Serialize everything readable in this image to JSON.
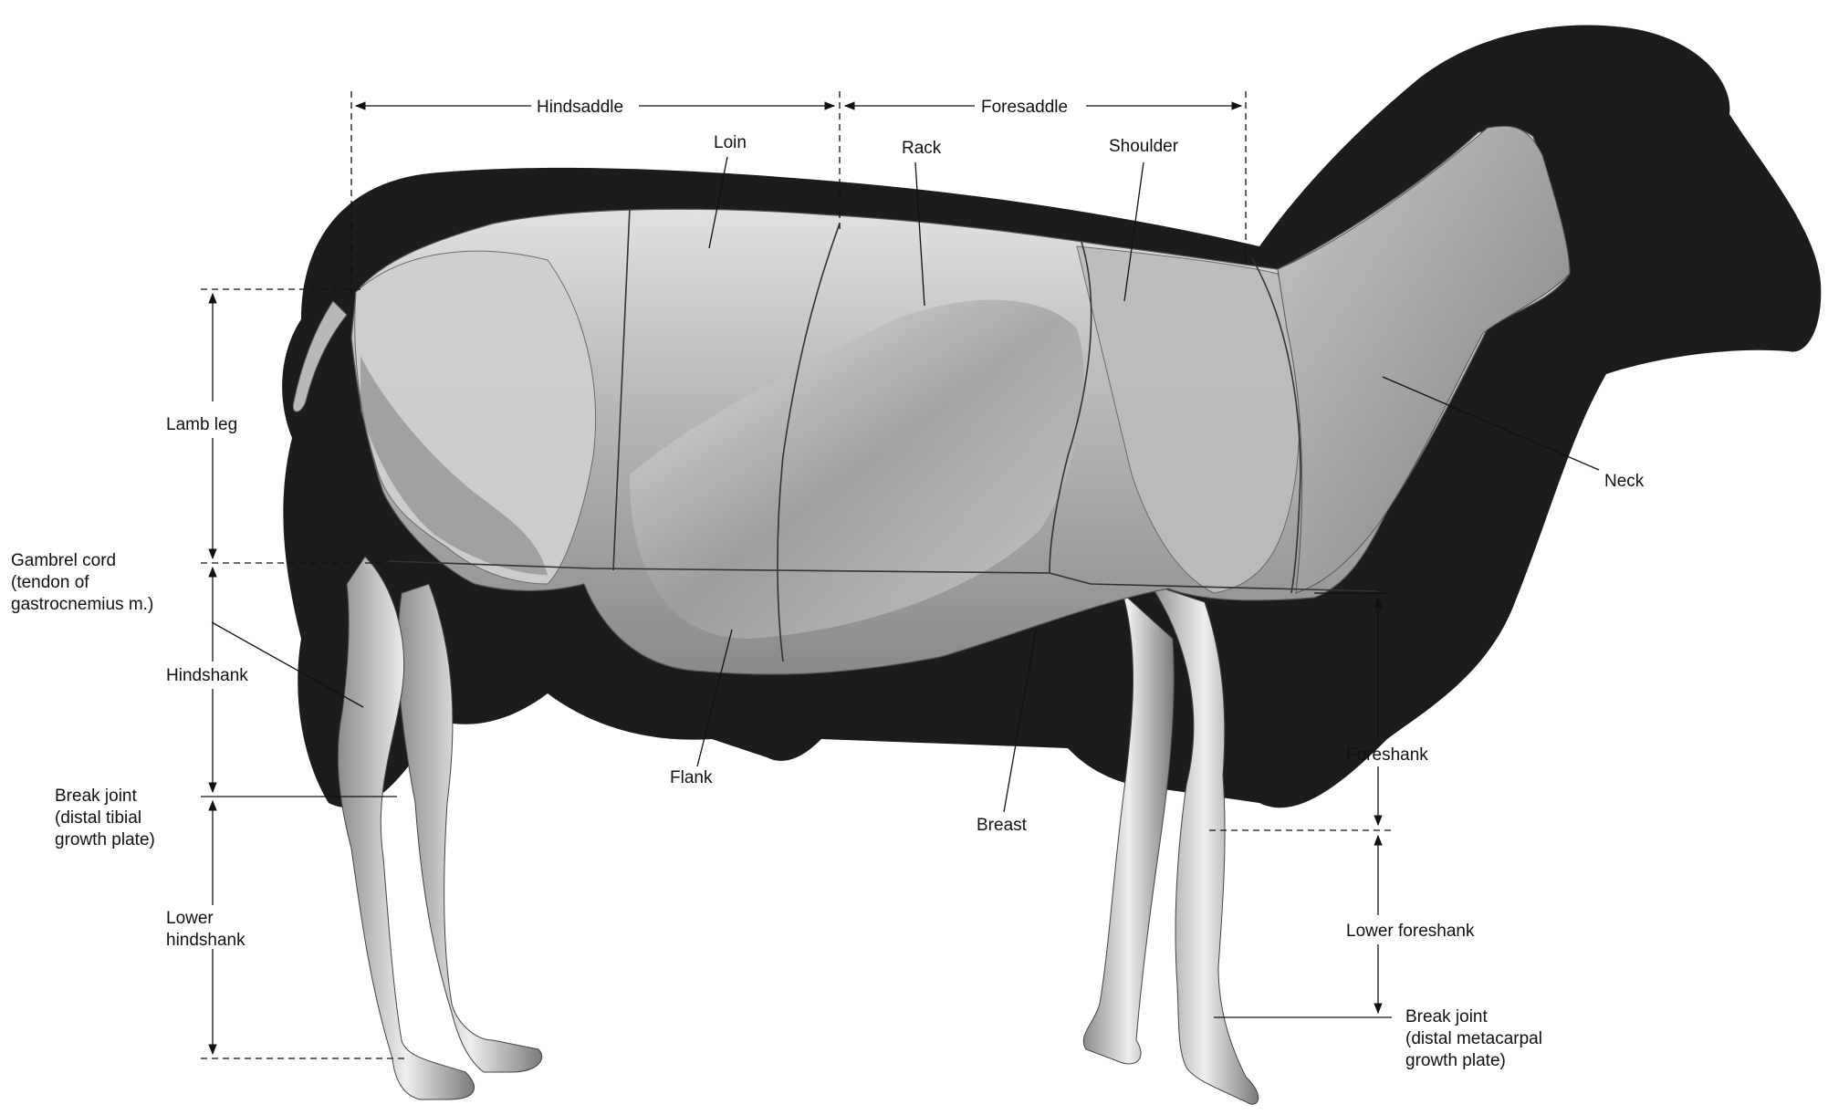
{
  "colors": {
    "silhouette": "#1c1c1c",
    "muscle_light": "#e6e6e6",
    "muscle_mid": "#a9a9a9",
    "muscle_dark": "#6f6f6f",
    "line": "#111111"
  },
  "labels": {
    "hindsaddle": "Hindsaddle",
    "foresaddle": "Foresaddle",
    "loin": "Loin",
    "rack": "Rack",
    "shoulder": "Shoulder",
    "neck": "Neck",
    "lamb_leg": "Lamb leg",
    "gambrel_cord": [
      "Gambrel cord",
      "(tendon of",
      "gastrocnemius m.)"
    ],
    "hindshank": "Hindshank",
    "break_joint_hind": [
      "Break joint",
      "(distal tibial",
      "growth plate)"
    ],
    "lower_hindshank": [
      "Lower",
      "hindshank"
    ],
    "flank": "Flank",
    "breast": "Breast",
    "foreshank": "Foreshank",
    "lower_foreshank": "Lower foreshank",
    "break_joint_fore": [
      "Break joint",
      "(distal metacarpal",
      "growth plate)"
    ]
  }
}
